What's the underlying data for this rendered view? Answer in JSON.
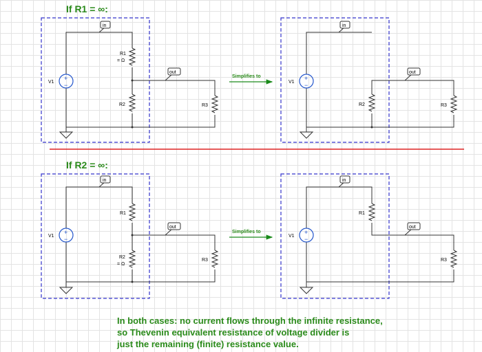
{
  "headings": {
    "top": "If R1 = ∞:",
    "bottom": "If R2 = ∞:"
  },
  "simplifies_label": "Simplifies to",
  "labels": {
    "in": "in",
    "out": "out",
    "v1": "V1",
    "r1": "R1",
    "r2": "R2",
    "r3": "R3",
    "inf": "= Ω"
  },
  "conclusion": [
    "In both cases: no current flows through the infinite resistance,",
    "so Thevenin equivalent resistance of voltage divider is",
    "just the remaining (finite) resistance value."
  ],
  "colors": {
    "heading": "#2a8a1a",
    "box": "#3333cc",
    "divider": "#dd2222",
    "arrow": "#1a8a1a",
    "source": "#2255cc"
  }
}
